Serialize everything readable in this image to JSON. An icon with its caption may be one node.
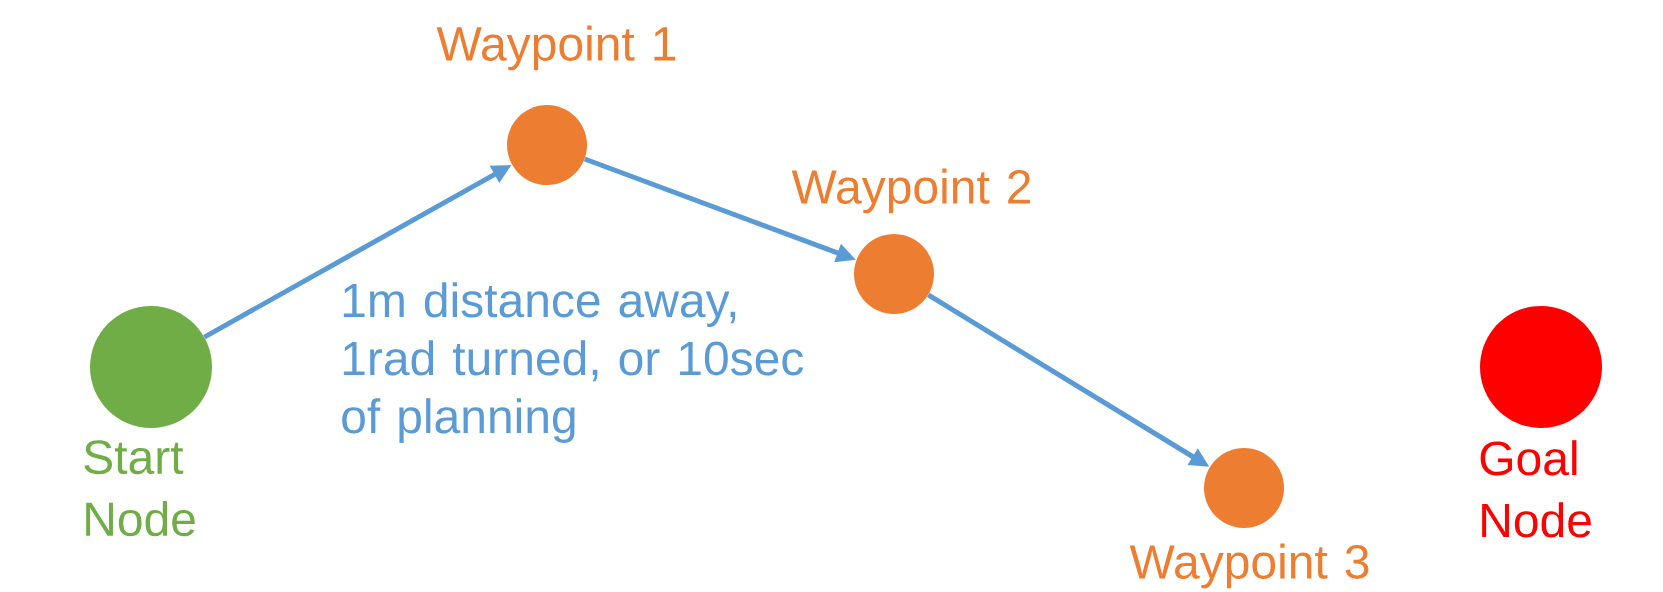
{
  "diagram": {
    "nodes": [
      {
        "text": [],
        "shape": "circle",
        "beside": [
          "Start Node"
        ]
      },
      {
        "text": [],
        "shape": "circle",
        "beside": [
          "Waypoint 1"
        ]
      },
      {
        "text": [],
        "shape": "circle",
        "beside": [
          "Waypoint 2"
        ]
      },
      {
        "text": [],
        "shape": "circle",
        "beside": [
          "Waypoint 3"
        ]
      },
      {
        "text": [],
        "shape": "circle",
        "beside": [
          "Goal Node"
        ]
      }
    ],
    "edges": [
      {
        "from": 0,
        "to": 1,
        "arrow": "to"
      },
      {
        "from": 1,
        "to": 2,
        "arrow": "to"
      },
      {
        "from": 2,
        "to": 3,
        "arrow": "to"
      }
    ],
    "labels": [
      "1m distance away, 1rad turned, or 10sec of planning"
    ]
  }
}
